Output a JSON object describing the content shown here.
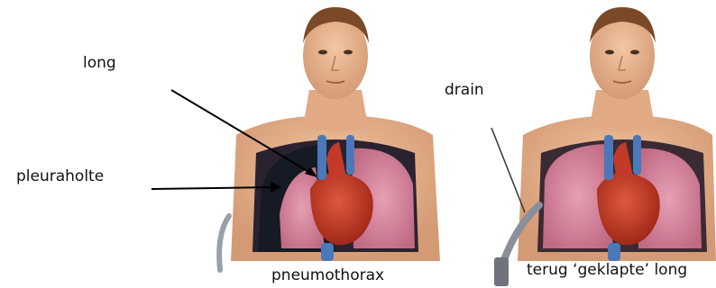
{
  "labels": {
    "long": "long",
    "pleuraholte": "pleuraholte",
    "drain": "drain",
    "pneumothorax": "pneumothorax",
    "terug": "terug ‘geklapte’ long"
  },
  "colors": {
    "skin": "#e8b590",
    "skin_shadow": "#c98c66",
    "hair": "#7a4a28",
    "lung": "#d98aa0",
    "lung_dark": "#b8607a",
    "heart": "#c43a2a",
    "vessel_blue": "#4a78b8",
    "cavity": "#1a1f2a",
    "drain_tube": "#8a8f99",
    "arrow": "#000000"
  }
}
